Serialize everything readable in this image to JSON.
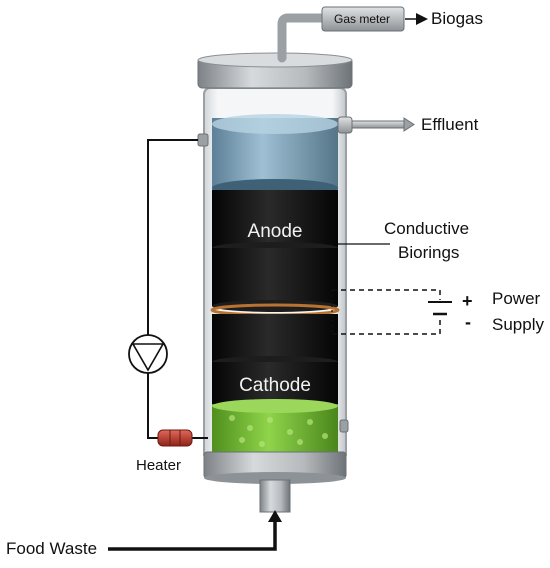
{
  "labels": {
    "gas_meter": "Gas meter",
    "biogas": "Biogas",
    "effluent": "Effluent",
    "anode": "Anode",
    "conductive": "Conductive",
    "biorings": "Biorings",
    "power": "Power",
    "supply": "Supply",
    "plus": "+",
    "minus": "-",
    "cathode": "Cathode",
    "heater": "Heater",
    "food_waste": "Food Waste"
  },
  "colors": {
    "liquid": "#7fa5bf",
    "ring": "#141414",
    "sludge": "#7fc43a",
    "heater": "#c0392b",
    "copper": "#b87333",
    "steel": "#a9adb0"
  }
}
